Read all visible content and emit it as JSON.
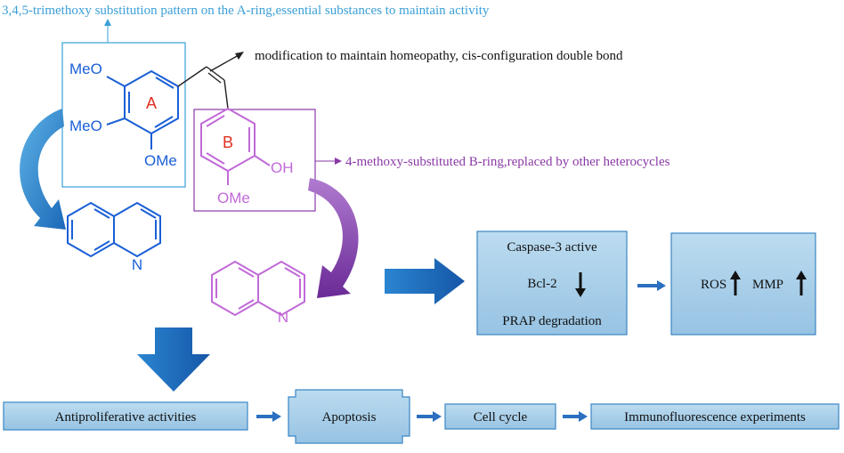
{
  "annotations": {
    "a_ring_note": "3,4,5-trimethoxy substitution pattern on the A-ring,essential substances to maintain activity",
    "double_bond_note": "modification to maintain homeopathy, cis-configuration double bond",
    "b_ring_note": "4-methoxy-substituted B-ring,replaced by other heterocycles"
  },
  "ring_a": {
    "label": "A",
    "sub_top": "MeO",
    "sub_mid": "MeO",
    "sub_bottom": "OMe"
  },
  "ring_b": {
    "label": "B",
    "sub_oh": "OH",
    "sub_ome": "OMe"
  },
  "quinoline_atom": "N",
  "mechanism": {
    "caspase": "Caspase-3 active",
    "bcl2": "Bcl-2",
    "prap": "PRAP degradation",
    "ros": "ROS",
    "mmp": "MMP"
  },
  "flow": {
    "step1": "Antiproliferative activities",
    "step2": "Apoptosis",
    "step3": "Cell cycle",
    "step4": "Immunofluorescence experiments"
  },
  "colors": {
    "ring_a": "#1a5fd6",
    "ring_a_note": "#3aa0d8",
    "ring_b": "#8a3aa6",
    "ring_b_light": "#c06ad8",
    "box_fill": "#a8cde8",
    "box_stroke": "#3a86c4",
    "arrow_blue": "#1f6fc0",
    "ring_label": "#e03020"
  }
}
